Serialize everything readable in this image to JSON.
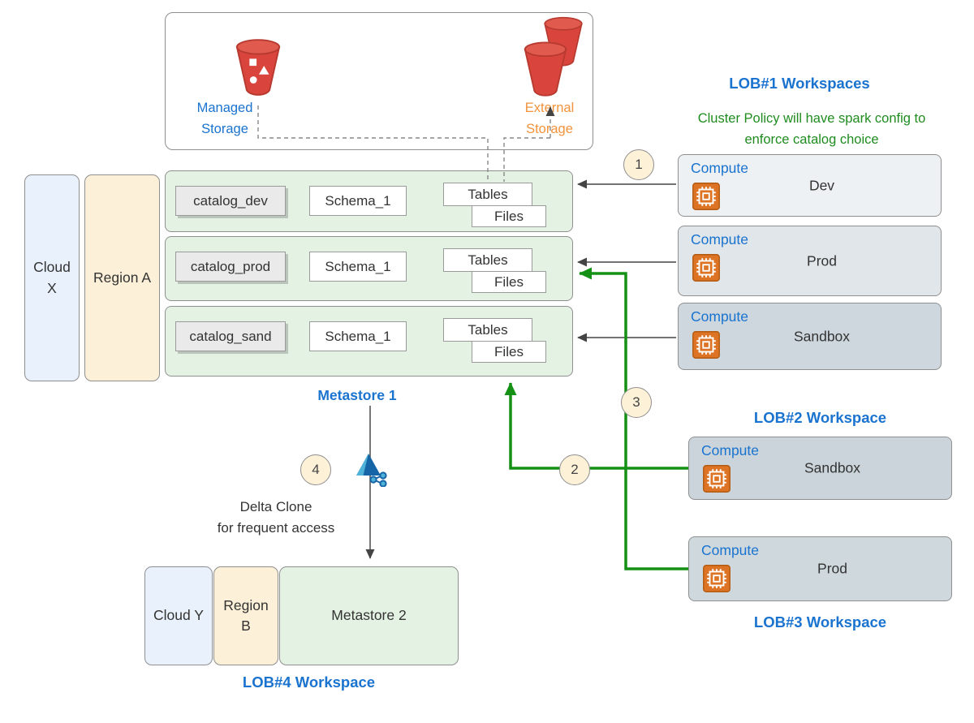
{
  "storage": {
    "managed_label": "Managed Storage",
    "external_label": "External Storage"
  },
  "left_stack": {
    "cloud": "Cloud X",
    "region": "Region A"
  },
  "metastore1": {
    "label": "Metastore 1",
    "catalogs": [
      {
        "catalog": "catalog_dev",
        "schema": "Schema_1",
        "tables": "Tables",
        "files": "Files"
      },
      {
        "catalog": "catalog_prod",
        "schema": "Schema_1",
        "tables": "Tables",
        "files": "Files"
      },
      {
        "catalog": "catalog_sand",
        "schema": "Schema_1",
        "tables": "Tables",
        "files": "Files"
      }
    ]
  },
  "lob1": {
    "title": "LOB#1 Workspaces",
    "policy_note": "Cluster Policy will have spark config to enforce catalog choice",
    "workspaces": [
      {
        "compute_label": "Compute",
        "env": "Dev"
      },
      {
        "compute_label": "Compute",
        "env": "Prod"
      },
      {
        "compute_label": "Compute",
        "env": "Sandbox"
      }
    ]
  },
  "lob2": {
    "title": "LOB#2 Workspace",
    "workspace": {
      "compute_label": "Compute",
      "env": "Sandbox"
    }
  },
  "lob3": {
    "title": "LOB#3 Workspace",
    "workspace": {
      "compute_label": "Compute",
      "env": "Prod"
    }
  },
  "lob4": {
    "title": "LOB#4 Workspace",
    "cloud": "Cloud Y",
    "region": "Region B",
    "metastore": "Metastore 2"
  },
  "annotations": {
    "step1": "1",
    "step2": "2",
    "step3": "3",
    "step4": "4",
    "delta_caption_line1": "Delta Clone",
    "delta_caption_line2": "for frequent access"
  },
  "colors": {
    "accent_blue": "#1a73cf",
    "green_text": "#1f8c1f",
    "green_arrow": "#149014",
    "orange_text": "#f2933c",
    "bucket_red": "#d9453c",
    "chip_orange": "#dd7425",
    "badge_bg": "#fdf2d8",
    "catalog_row_green": "#e4f2e4",
    "cloud_blue": "#e9f2fc",
    "region_cream": "#fcf0d8"
  }
}
